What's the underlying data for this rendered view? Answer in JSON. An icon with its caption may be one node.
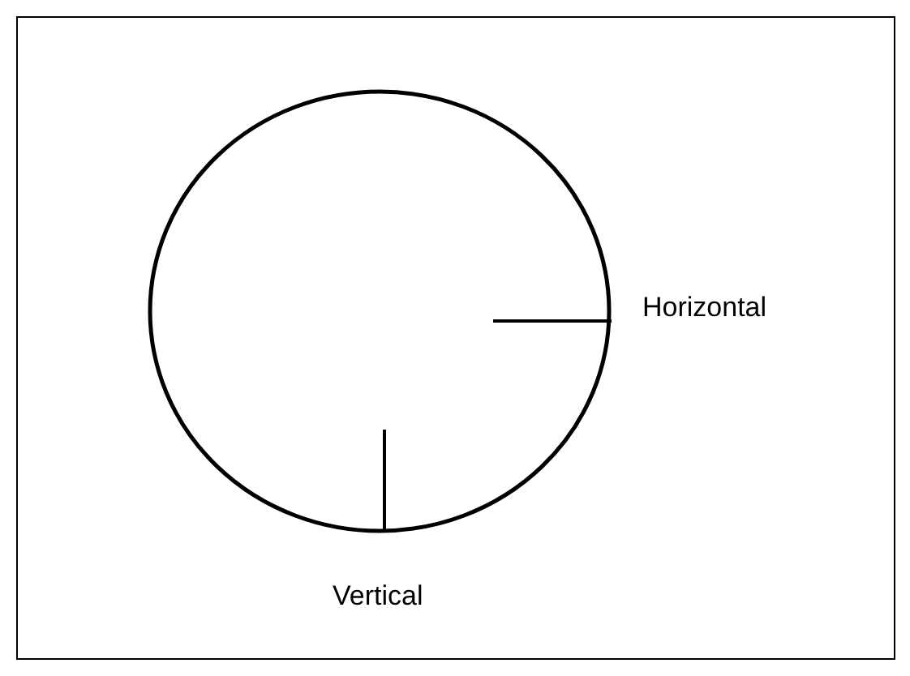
{
  "diagram": {
    "nodes": [
      {
        "text": [],
        "shape": "circle"
      }
    ],
    "labels": [
      "Horizontal",
      "Vertical"
    ]
  }
}
